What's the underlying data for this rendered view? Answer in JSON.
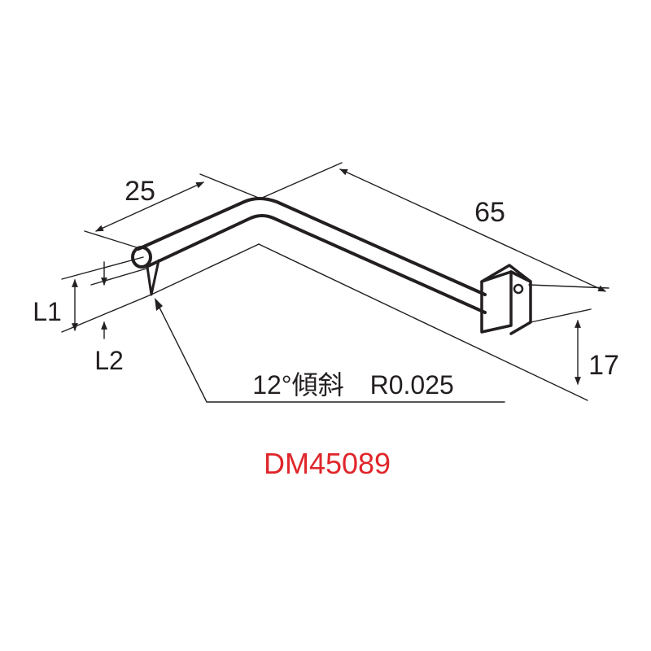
{
  "dimensions": {
    "arm_length": "25",
    "shaft_length": "65",
    "height": "17",
    "l1": "L1",
    "l2": "L2",
    "tip_spec": "12°傾斜　R0.025"
  },
  "product_code": "DM45089",
  "colors": {
    "line": "#231f20",
    "code": "#e0262a"
  }
}
